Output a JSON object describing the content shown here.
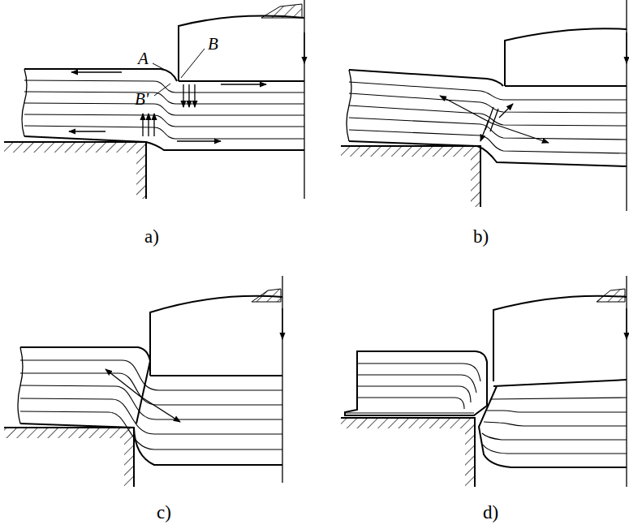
{
  "diagram": {
    "labels": [
      "A",
      "B",
      "B'",
      "a)",
      "b)",
      "c)",
      "d)"
    ]
  }
}
